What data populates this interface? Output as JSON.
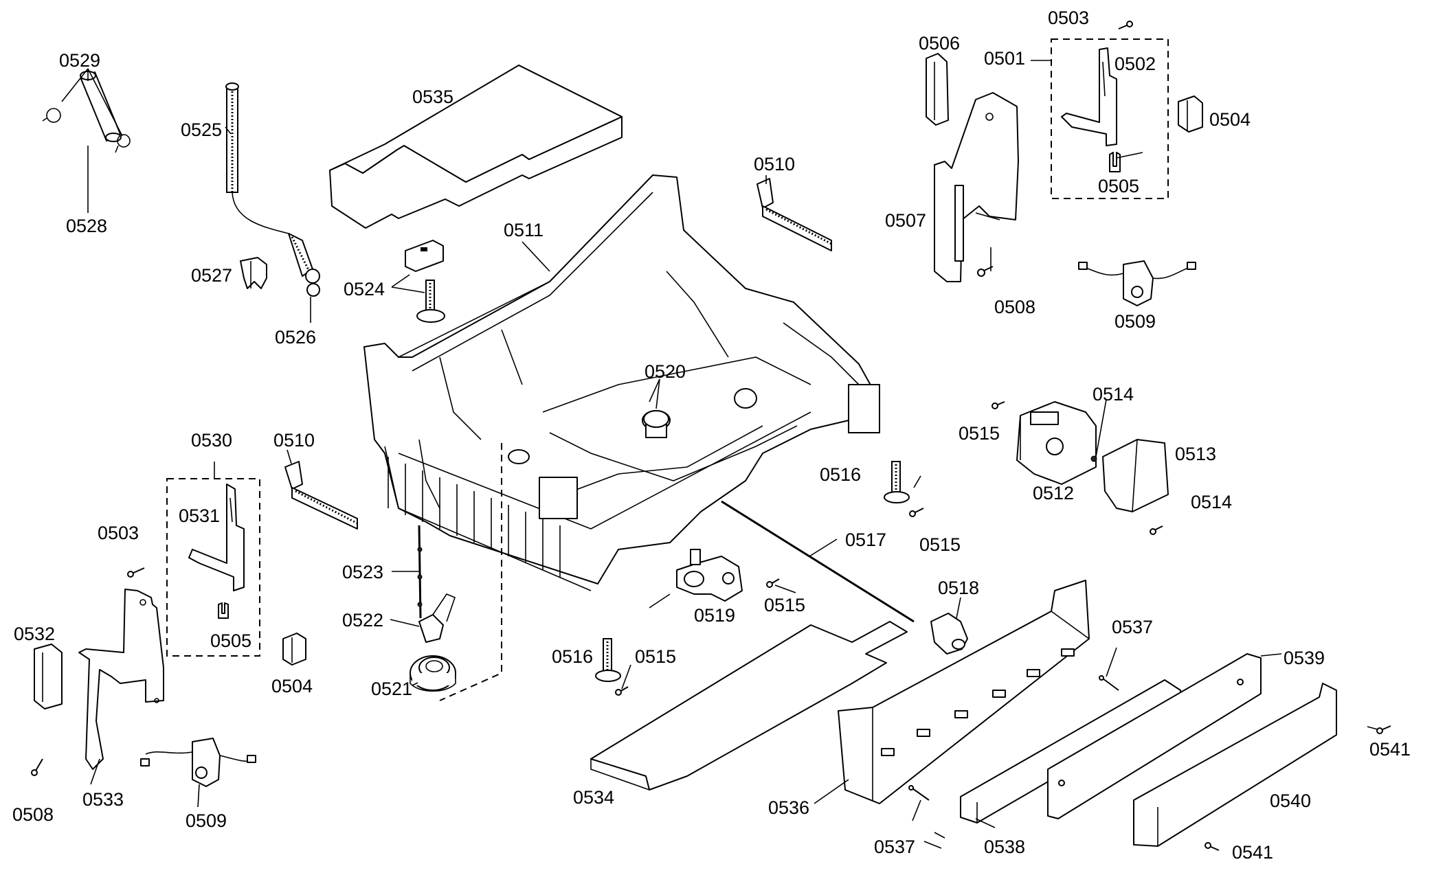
{
  "diagram": {
    "part_labels": [
      "0501",
      "0502",
      "0503",
      "0503",
      "0504",
      "0504",
      "0505",
      "0505",
      "0506",
      "0507",
      "0508",
      "0508",
      "0509",
      "0509",
      "0510",
      "0510",
      "0511",
      "0512",
      "0513",
      "0514",
      "0514",
      "0515",
      "0515",
      "0515",
      "0515",
      "0516",
      "0516",
      "0517",
      "0518",
      "0519",
      "0520",
      "0521",
      "0522",
      "0523",
      "0524",
      "0525",
      "0526",
      "0527",
      "0528",
      "0529",
      "0530",
      "0531",
      "0532",
      "0533",
      "0534",
      "0535",
      "0536",
      "0537",
      "0537",
      "0538",
      "0539",
      "0540",
      "0541",
      "0541"
    ]
  }
}
